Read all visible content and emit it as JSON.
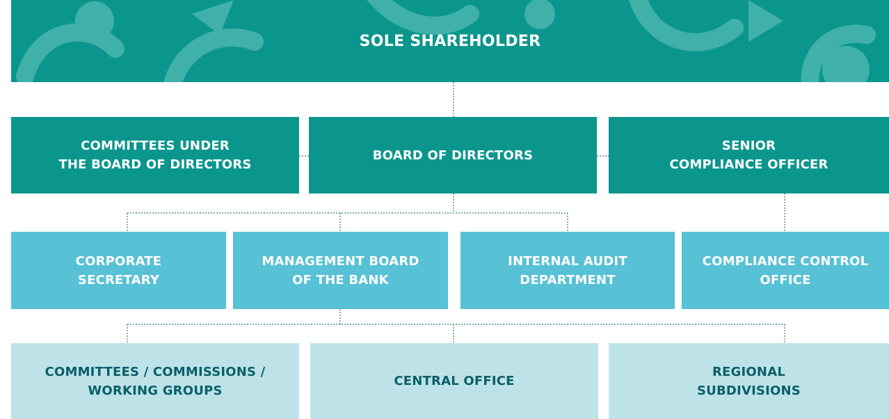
{
  "colors": {
    "level1": "#0b968d",
    "level2": "#57c1d6",
    "level3": "#bde3e9",
    "level3_text": "#0b5e68",
    "connector": "#2a7c86"
  },
  "top": {
    "label": "SOLE SHAREHOLDER"
  },
  "row1": {
    "committees": "COMMITTEES UNDER\nTHE BOARD OF DIRECTORS",
    "board": "BOARD OF DIRECTORS",
    "compliance_officer": "SENIOR\nCOMPLIANCE OFFICER"
  },
  "row2": {
    "secretary": "CORPORATE\nSECRETARY",
    "management": "MANAGEMENT BOARD\nOF THE BANK",
    "audit": "INTERNAL AUDIT\nDEPARTMENT",
    "compliance_office": "COMPLIANCE CONTROL\nOFFICE"
  },
  "row3": {
    "committees": "COMMITTEES / COMMISSIONS /\nWORKING GROUPS",
    "central": "CENTRAL OFFICE",
    "regional": "REGIONAL\nSUBDIVISIONS"
  }
}
